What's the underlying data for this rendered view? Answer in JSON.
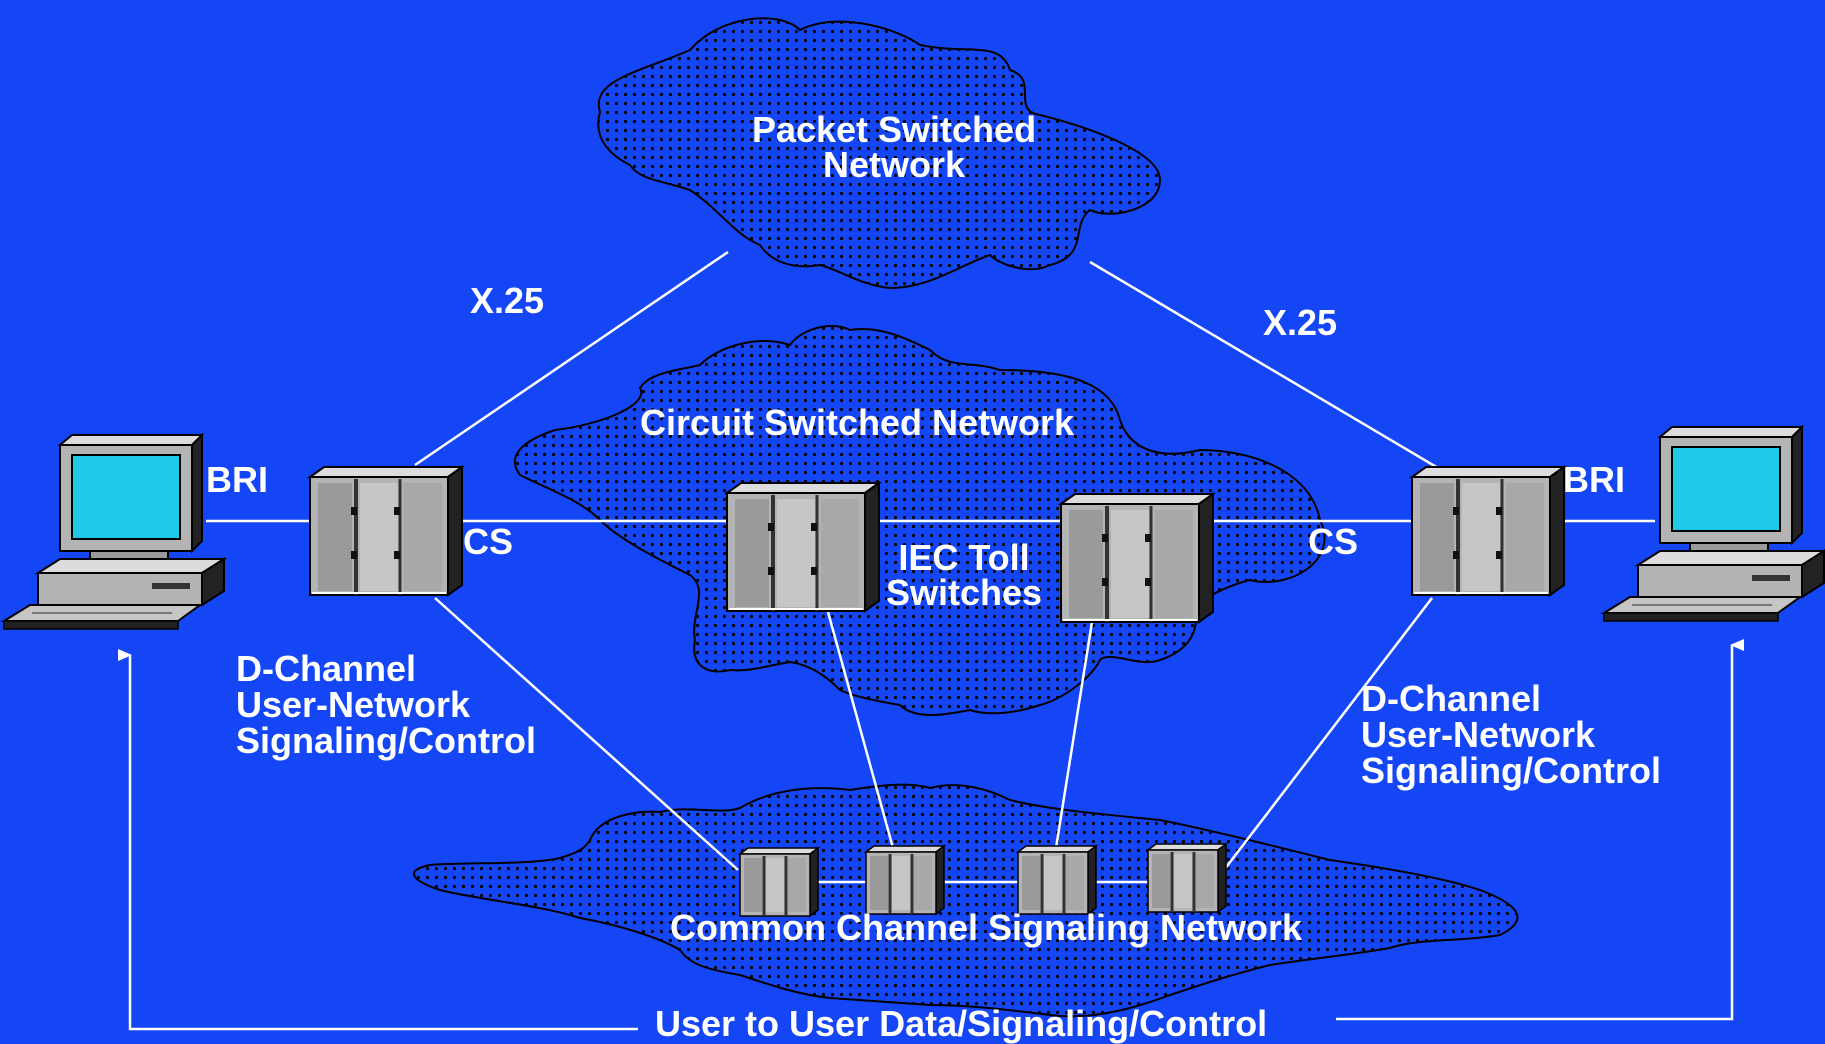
{
  "colors": {
    "background": "#1446f5",
    "lines": "#ffffff",
    "cloud_dots": "#000000",
    "switch_body": "#b4b4b4",
    "monitor_screen": "#1ec8e6"
  },
  "networks": {
    "packet": {
      "line1": "Packet Switched",
      "line2": "Network"
    },
    "circuit": {
      "label": "Circuit Switched Network"
    },
    "ccs": {
      "label": "Common Channel Signaling Network"
    }
  },
  "labels": {
    "x25_left": "X.25",
    "x25_right": "X.25",
    "bri_left": "BRI",
    "bri_right": "BRI",
    "cs_left": "CS",
    "cs_right": "CS",
    "iec_line1": "IEC Toll",
    "iec_line2": "Switches",
    "dch_left": [
      "D-Channel",
      "User-Network",
      "Signaling/Control"
    ],
    "dch_right": [
      "D-Channel",
      "User-Network",
      "Signaling/Control"
    ],
    "bottom": "User to User Data/Signaling/Control"
  },
  "icons": {
    "terminal": "computer-terminal-icon",
    "switch": "switch-cabinet-icon",
    "stp": "signal-transfer-point-icon"
  }
}
